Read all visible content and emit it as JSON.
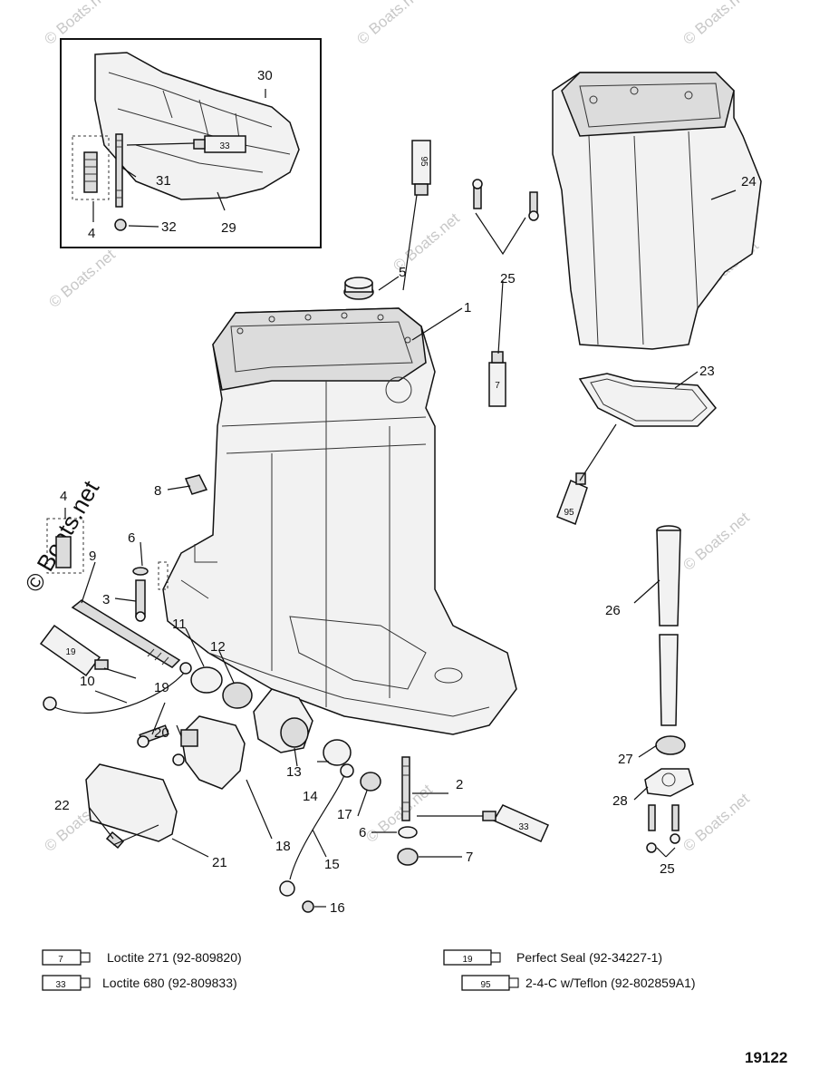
{
  "watermark": "© Boats.net",
  "reference_number": "19122",
  "callouts": [
    {
      "id": "c30",
      "text": "30"
    },
    {
      "id": "c31",
      "text": "31"
    },
    {
      "id": "c29",
      "text": "29"
    },
    {
      "id": "c32",
      "text": "32"
    },
    {
      "id": "c4a",
      "text": "4"
    },
    {
      "id": "c5",
      "text": "5"
    },
    {
      "id": "c25a",
      "text": "25"
    },
    {
      "id": "c24",
      "text": "24"
    },
    {
      "id": "c1",
      "text": "1"
    },
    {
      "id": "c23",
      "text": "23"
    },
    {
      "id": "c4b",
      "text": "4"
    },
    {
      "id": "c8",
      "text": "8"
    },
    {
      "id": "c6a",
      "text": "6"
    },
    {
      "id": "c9",
      "text": "9"
    },
    {
      "id": "c3",
      "text": "3"
    },
    {
      "id": "c11",
      "text": "11"
    },
    {
      "id": "c12",
      "text": "12"
    },
    {
      "id": "c10",
      "text": "10"
    },
    {
      "id": "c19",
      "text": "19"
    },
    {
      "id": "c20",
      "text": "20"
    },
    {
      "id": "c13",
      "text": "13"
    },
    {
      "id": "c14",
      "text": "14"
    },
    {
      "id": "c26",
      "text": "26"
    },
    {
      "id": "c27",
      "text": "27"
    },
    {
      "id": "c28",
      "text": "28"
    },
    {
      "id": "c2",
      "text": "2"
    },
    {
      "id": "c17",
      "text": "17"
    },
    {
      "id": "c6b",
      "text": "6"
    },
    {
      "id": "c7",
      "text": "7"
    },
    {
      "id": "c22",
      "text": "22"
    },
    {
      "id": "c21",
      "text": "21"
    },
    {
      "id": "c18",
      "text": "18"
    },
    {
      "id": "c15",
      "text": "15"
    },
    {
      "id": "c16",
      "text": "16"
    },
    {
      "id": "c25b",
      "text": "25"
    }
  ],
  "tubes": [
    {
      "id": "t33a",
      "text": "33"
    },
    {
      "id": "t95a",
      "text": "95"
    },
    {
      "id": "t7a",
      "text": "7"
    },
    {
      "id": "t95b",
      "text": "95"
    },
    {
      "id": "t19a",
      "text": "19"
    },
    {
      "id": "t33b",
      "text": "33"
    }
  ],
  "legend": [
    {
      "code": "7",
      "name": "Loctite  271 (92-809820)"
    },
    {
      "code": "33",
      "name": "Loctite 680 (92-809833)"
    },
    {
      "code": "19",
      "name": "Perfect Seal (92-34227-1)"
    },
    {
      "code": "95",
      "name": "2-4-C w/Teflon  (92-802859A1)"
    }
  ]
}
